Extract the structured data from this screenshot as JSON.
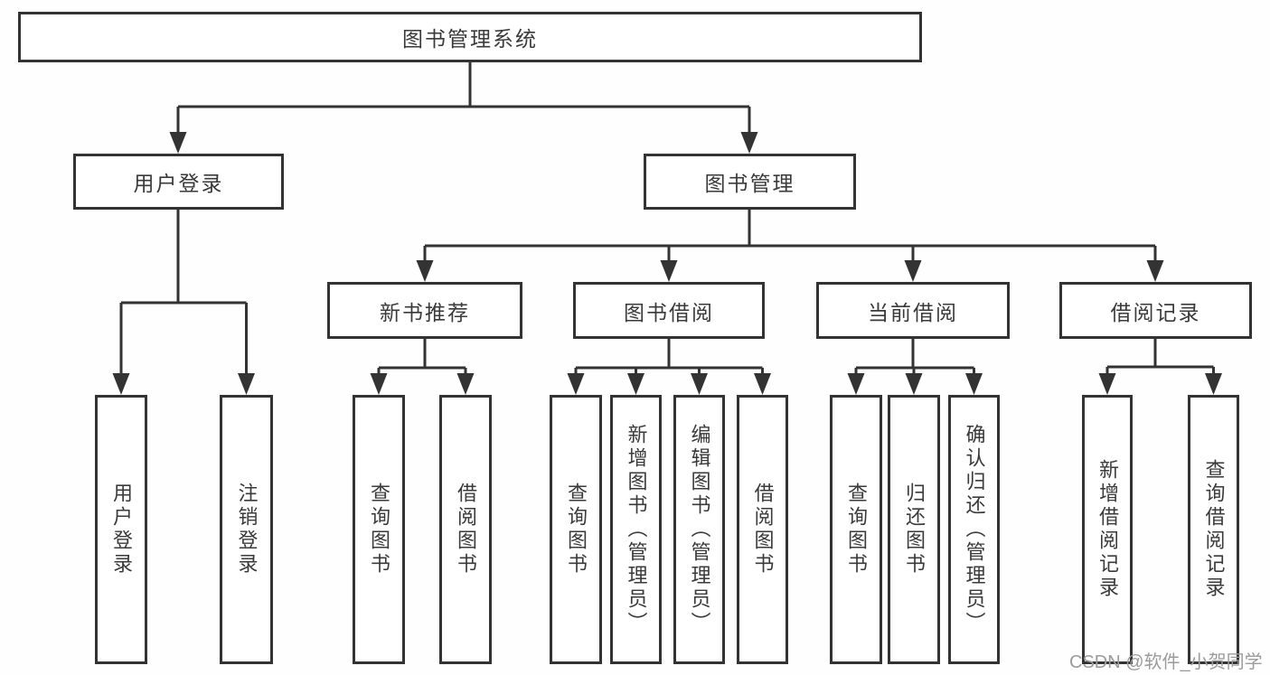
{
  "colors": {
    "line": "#333333",
    "text": "#3a3a3a",
    "background": "#fefefe",
    "watermark": "#9b9b9b"
  },
  "watermark": "CSDN @软件_小贺同学",
  "tree": {
    "root": {
      "label": "图书管理系统"
    },
    "branches": [
      {
        "label": "用户登录",
        "children": [
          {
            "label": "用户登录"
          },
          {
            "label": "注销登录"
          }
        ]
      },
      {
        "label": "图书管理",
        "children": [
          {
            "label": "新书推荐",
            "children": [
              {
                "label": "查询图书"
              },
              {
                "label": "借阅图书"
              }
            ]
          },
          {
            "label": "图书借阅",
            "children": [
              {
                "label": "查询图书"
              },
              {
                "label": "新增图书（管理员）"
              },
              {
                "label": "编辑图书（管理员）"
              },
              {
                "label": "借阅图书"
              }
            ]
          },
          {
            "label": "当前借阅",
            "children": [
              {
                "label": "查询图书"
              },
              {
                "label": "归还图书"
              },
              {
                "label": "确认归还（管理员）"
              }
            ]
          },
          {
            "label": "借阅记录",
            "children": [
              {
                "label": "新增借阅记录"
              },
              {
                "label": "查询借阅记录"
              }
            ]
          }
        ]
      }
    ]
  }
}
